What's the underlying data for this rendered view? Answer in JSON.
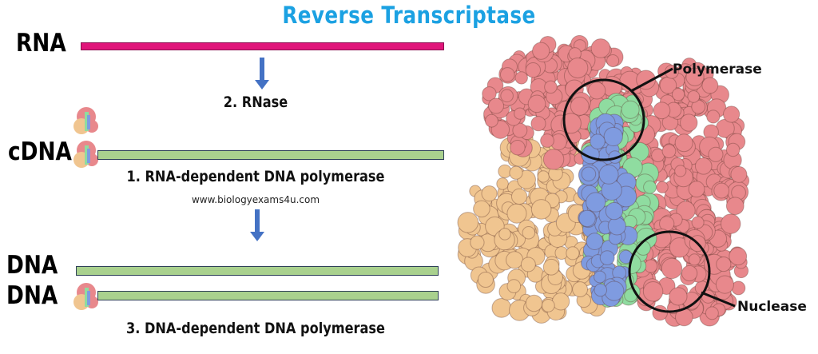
{
  "title": "Reverse Transcriptase",
  "strands": {
    "rna": "RNA",
    "cdna": "cDNA",
    "dna_top": "DNA",
    "dna_bottom": "DNA"
  },
  "steps": {
    "step2": "2. RNase",
    "step1": "1. RNA-dependent DNA polymerase",
    "step3": "3. DNA-dependent DNA polymerase"
  },
  "website": "www.biologyexams4u.com",
  "structure": {
    "polymerase_label": "Polymerase",
    "nuclease_label": "Nuclease"
  },
  "colors": {
    "title": "#1ba1e2",
    "rna": "#e0157a",
    "dna": "#a9d18e",
    "arrow": "#4472c4",
    "protein_pink": "#e8888c",
    "protein_tan": "#f0c590",
    "protein_green": "#8fdca0",
    "protein_blue": "#7f9be0"
  }
}
